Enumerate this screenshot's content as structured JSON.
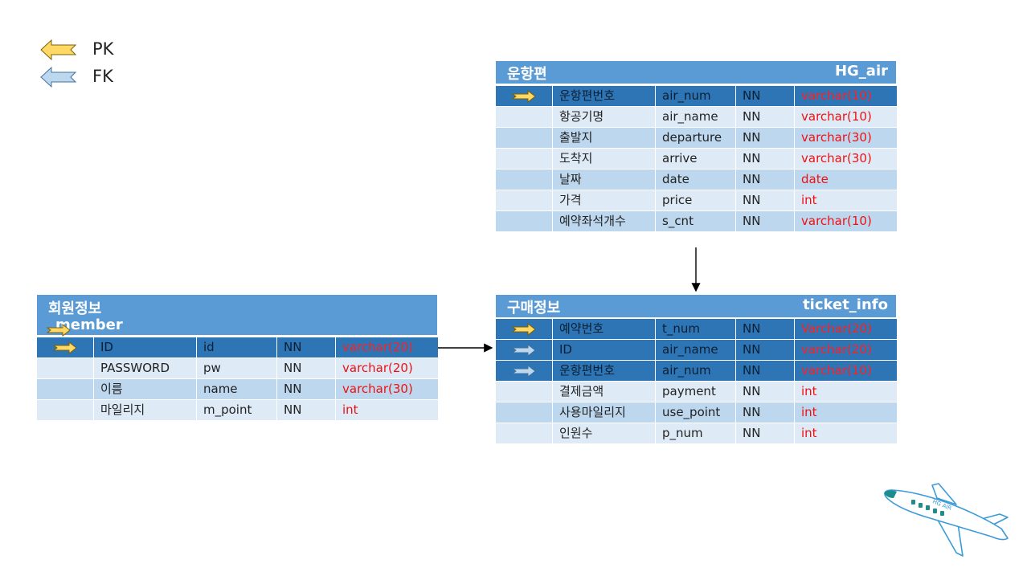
{
  "legend": {
    "pk_label": "PK",
    "fk_label": "FK",
    "pk_color": "#ffd966",
    "fk_color": "#bdd7ee"
  },
  "colors": {
    "header": "#5b9bd5",
    "key_row": "#2e75b6",
    "row_even": "#bdd7ee",
    "row_odd": "#deeaf6",
    "type_text": "#ee1111"
  },
  "tables": {
    "flight": {
      "korean_name": "운항편",
      "english_name": "HG_air",
      "rows": [
        {
          "marker": "pk",
          "label": "운항편번호",
          "column": "air_num",
          "null": "NN",
          "type": "varchar(10)"
        },
        {
          "marker": "",
          "label": "항공기명",
          "column": "air_name",
          "null": "NN",
          "type": "varchar(10)"
        },
        {
          "marker": "",
          "label": "출발지",
          "column": "departure",
          "null": "NN",
          "type": "varchar(30)"
        },
        {
          "marker": "",
          "label": "도착지",
          "column": "arrive",
          "null": "NN",
          "type": "varchar(30)"
        },
        {
          "marker": "",
          "label": "날짜",
          "column": "date",
          "null": "NN",
          "type": "date"
        },
        {
          "marker": "",
          "label": "가격",
          "column": "price",
          "null": "NN",
          "type": "int"
        },
        {
          "marker": "",
          "label": "예약좌석개수",
          "column": "s_cnt",
          "null": "NN",
          "type": "varchar(10)"
        }
      ]
    },
    "member": {
      "korean_name": "회원정보",
      "english_name": "_member",
      "rows": [
        {
          "marker": "pk",
          "label": "ID",
          "column": "id",
          "null": "NN",
          "type": "varchar(20)"
        },
        {
          "marker": "",
          "label": "PASSWORD",
          "column": "pw",
          "null": "NN",
          "type": "varchar(20)"
        },
        {
          "marker": "",
          "label": "이름",
          "column": "name",
          "null": "NN",
          "type": "varchar(30)"
        },
        {
          "marker": "",
          "label": "마일리지",
          "column": "m_point",
          "null": "NN",
          "type": "int"
        }
      ]
    },
    "ticket": {
      "korean_name": "구매정보",
      "english_name": "ticket_info",
      "rows": [
        {
          "marker": "pk",
          "label": "예약번호",
          "column": "t_num",
          "null": "NN",
          "type": "Varchar(20)"
        },
        {
          "marker": "fk",
          "label": "ID",
          "column": "air_name",
          "null": "NN",
          "type": "varchar(20)"
        },
        {
          "marker": "fk",
          "label": "운항편번호",
          "column": "air_num",
          "null": "NN",
          "type": "varchar(10)"
        },
        {
          "marker": "",
          "label": "결제금액",
          "column": "payment",
          "null": "NN",
          "type": "int"
        },
        {
          "marker": "",
          "label": "사용마일리지",
          "column": "use_point",
          "null": "NN",
          "type": "int"
        },
        {
          "marker": "",
          "label": "인원수",
          "column": "p_num",
          "null": "NN",
          "type": "int"
        }
      ]
    }
  },
  "logo": {
    "icon": "airplane-icon",
    "text": "HG AIR"
  }
}
